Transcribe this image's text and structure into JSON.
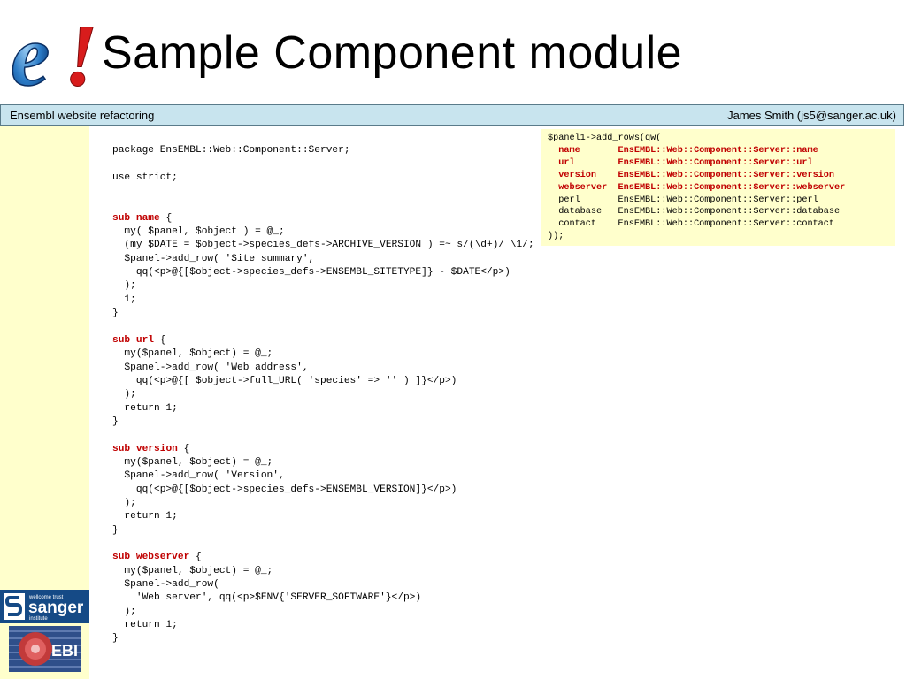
{
  "slide": {
    "title": "Sample Component module"
  },
  "bar": {
    "left": "Ensembl website refactoring",
    "right": "James Smith (js5@sanger.ac.uk)"
  },
  "code": {
    "package_line": "package EnsEMBL::Web::Component::Server;",
    "use_strict": "use strict;",
    "sub_kw": "sub",
    "open_brace": " {",
    "close_brace": "}",
    "name_sub": "name",
    "name_body": [
      "  my( $panel, $object ) = @_;",
      "  (my $DATE = $object->species_defs->ARCHIVE_VERSION ) =~ s/(\\d+)/ \\1/;",
      "  $panel->add_row( 'Site summary',",
      "    qq(<p>@{[$object->species_defs->ENSEMBL_SITETYPE]} - $DATE</p>)",
      "  );",
      "  1;"
    ],
    "url_sub": "url",
    "url_body": [
      "  my($panel, $object) = @_;",
      "  $panel->add_row( 'Web address',",
      "    qq(<p>@{[ $object->full_URL( 'species' => '' ) ]}</p>)",
      "  );",
      "  return 1;"
    ],
    "version_sub": "version",
    "version_body": [
      "  my($panel, $object) = @_;",
      "  $panel->add_row( 'Version',",
      "    qq(<p>@{[$object->species_defs->ENSEMBL_VERSION]}</p>)",
      "  );",
      "  return 1;"
    ],
    "webserver_sub": "webserver",
    "webserver_body": [
      "  my($panel, $object) = @_;",
      "  $panel->add_row(",
      "    'Web server', qq(<p>$ENV{'SERVER_SOFTWARE'}</p>)",
      "  );",
      "  return 1;"
    ]
  },
  "rows_code": {
    "open": "$panel1->add_rows(qw(",
    "rows": [
      {
        "key": "  name       ",
        "val": "EnsEMBL::Web::Component::Server::name",
        "highlight": true
      },
      {
        "key": "  url        ",
        "val": "EnsEMBL::Web::Component::Server::url",
        "highlight": true
      },
      {
        "key": "  version    ",
        "val": "EnsEMBL::Web::Component::Server::version",
        "highlight": true
      },
      {
        "key": "  webserver  ",
        "val": "EnsEMBL::Web::Component::Server::webserver",
        "highlight": true
      },
      {
        "key": "  perl       ",
        "val": "EnsEMBL::Web::Component::Server::perl",
        "highlight": false
      },
      {
        "key": "  database   ",
        "val": "EnsEMBL::Web::Component::Server::database",
        "highlight": false
      },
      {
        "key": "  contact    ",
        "val": "EnsEMBL::Web::Component::Server::contact",
        "highlight": false
      }
    ],
    "close": "));"
  },
  "logos": {
    "sanger_small": "wellcome trust",
    "sanger_main": "sanger",
    "sanger_sub": "institute",
    "ebi": "EBI"
  },
  "colors": {
    "keyword": "#c00000",
    "bar_bg": "#c8e4ee",
    "panel_bg": "#ffffcc",
    "sanger_bg": "#154a86"
  },
  "icons": {
    "ensembl_logo": "ensembl-e-logo",
    "sanger_logo": "sanger-institute-logo",
    "ebi_logo": "ebi-logo"
  }
}
